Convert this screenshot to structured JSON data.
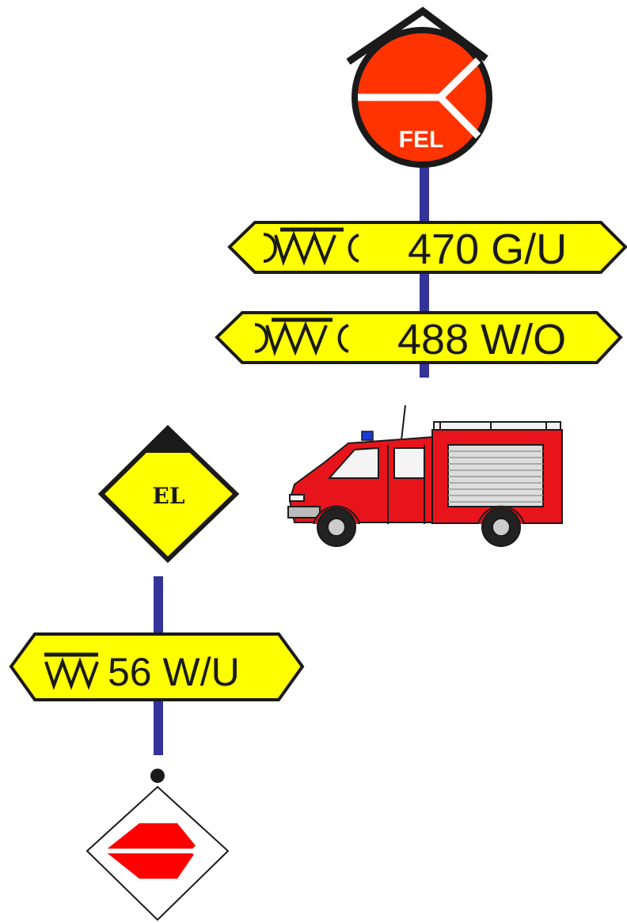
{
  "colors": {
    "line": "#333399",
    "sign_yellow": "#ffff00",
    "command_red": "#ff3300",
    "truck_red": "#e8141c",
    "outline": "#1a1a1a",
    "white": "#ffffff"
  },
  "command_post": {
    "label": "FEL",
    "icon": "command-post-circle-icon"
  },
  "sign_1": {
    "symbol": "telephone-cable-icon",
    "text": "470 G/U"
  },
  "sign_2": {
    "symbol": "telephone-cable-icon",
    "text": "488 W/O"
  },
  "vehicle": {
    "icon": "fire-truck-icon"
  },
  "unit": {
    "label": "EL",
    "icon": "leadership-diamond-icon"
  },
  "sign_3": {
    "symbol": "radio-link-icon",
    "text": "56 W/U"
  },
  "bottom_unit": {
    "icon": "telecom-unit-diamond-icon"
  }
}
